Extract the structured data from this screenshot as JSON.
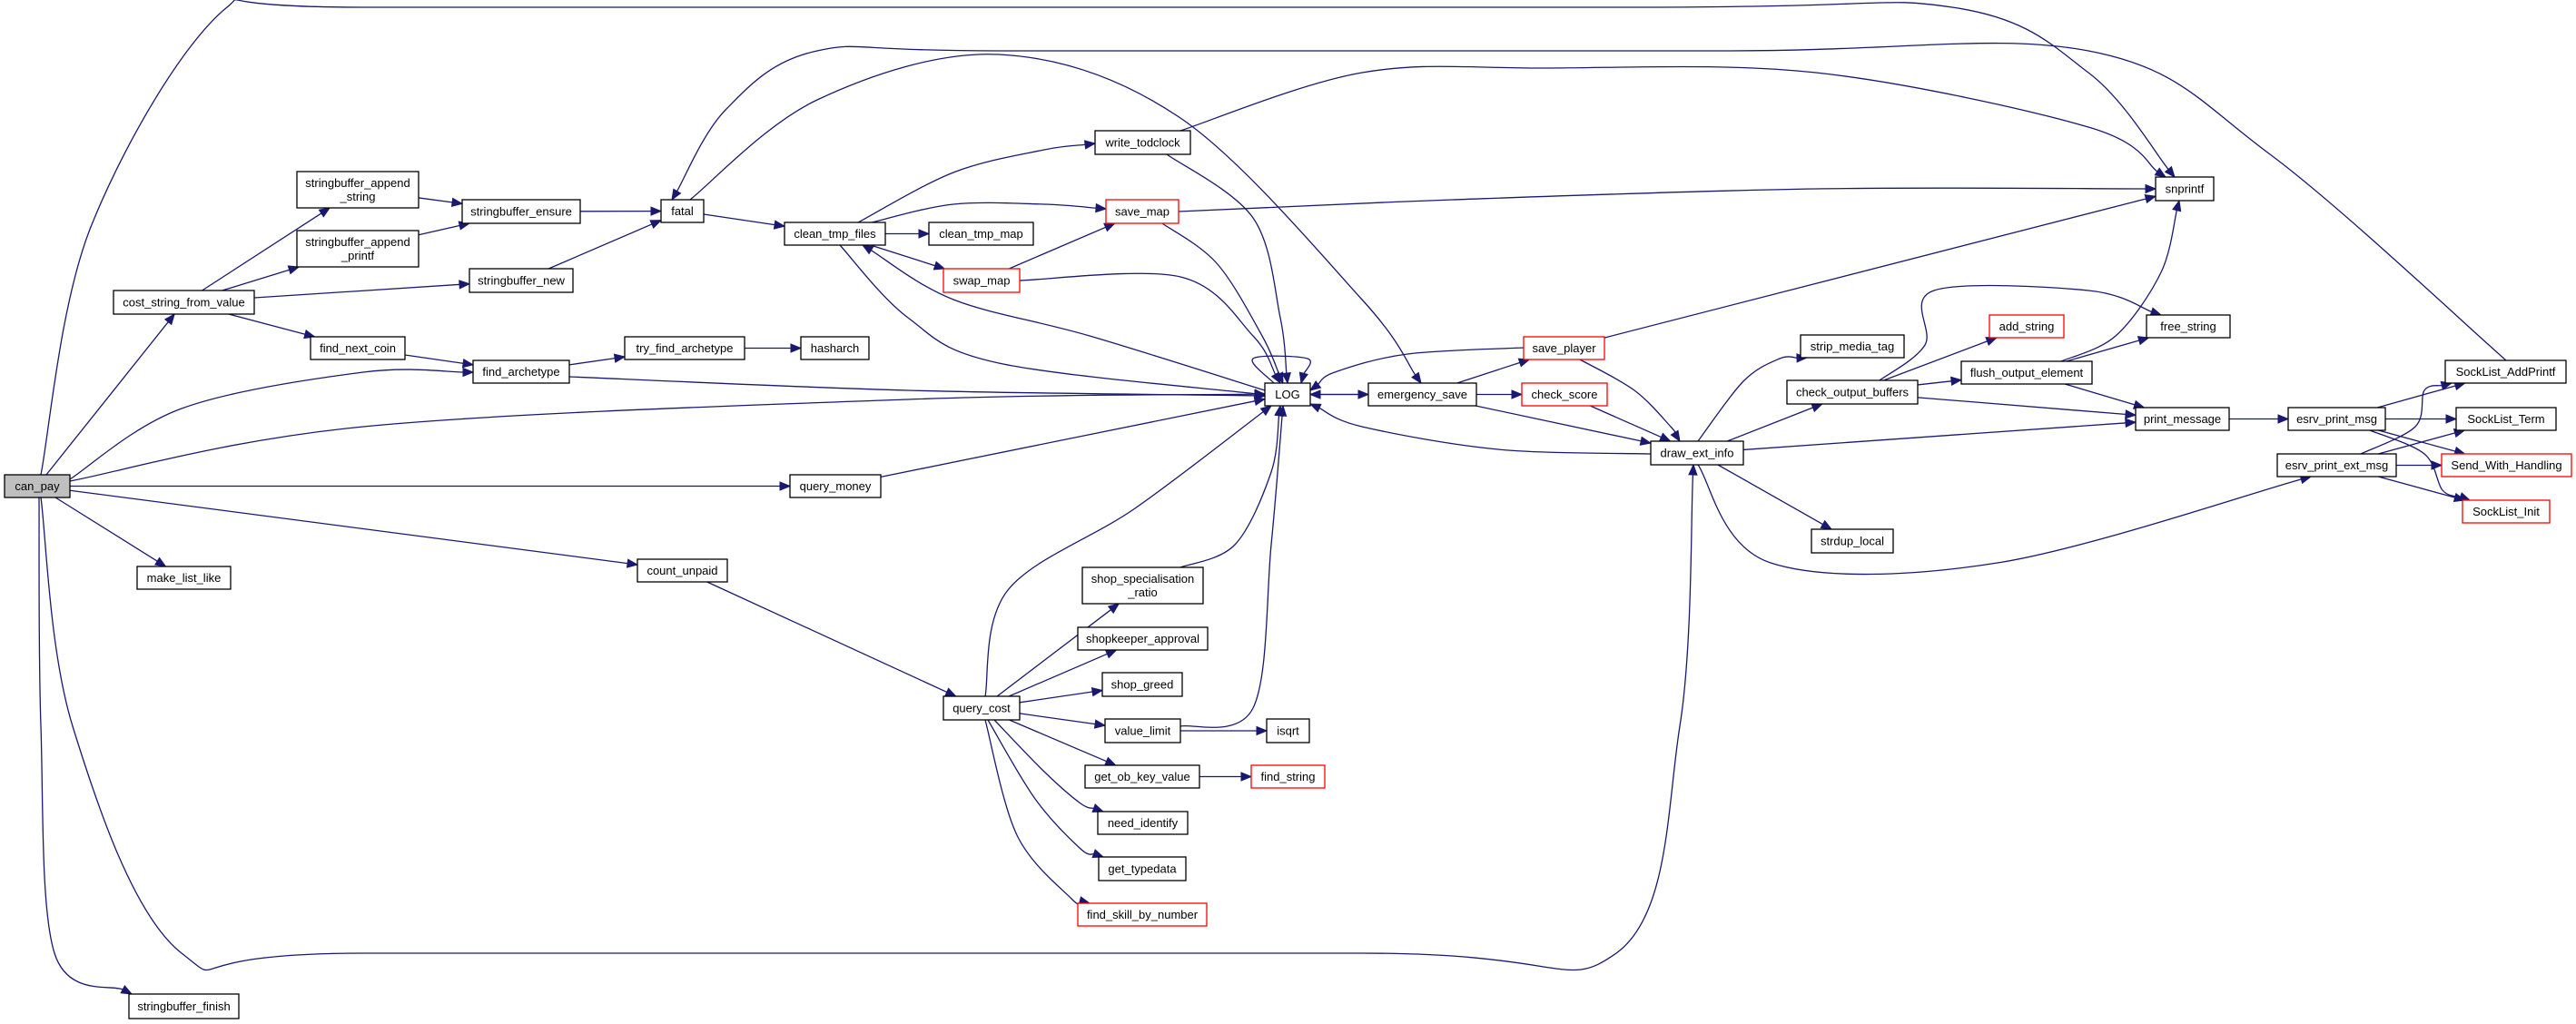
{
  "title": "can_pay call graph",
  "colors": {
    "edge": "#191970",
    "node_border": "#000000",
    "truncated_border": "#ff0000",
    "root_fill": "#bfbfbf"
  },
  "nodes": [
    {
      "id": "can_pay",
      "lines": [
        "can_pay"
      ],
      "style": "root"
    },
    {
      "id": "cost_string_from_value",
      "lines": [
        "cost_string_from_value"
      ],
      "style": "normal"
    },
    {
      "id": "stringbuffer_append_string",
      "lines": [
        "stringbuffer_append",
        "_string"
      ],
      "style": "normal"
    },
    {
      "id": "stringbuffer_append_printf",
      "lines": [
        "stringbuffer_append",
        "_printf"
      ],
      "style": "normal"
    },
    {
      "id": "stringbuffer_ensure",
      "lines": [
        "stringbuffer_ensure"
      ],
      "style": "normal"
    },
    {
      "id": "stringbuffer_new",
      "lines": [
        "stringbuffer_new"
      ],
      "style": "normal"
    },
    {
      "id": "fatal",
      "lines": [
        "fatal"
      ],
      "style": "normal"
    },
    {
      "id": "find_next_coin",
      "lines": [
        "find_next_coin"
      ],
      "style": "normal"
    },
    {
      "id": "find_archetype",
      "lines": [
        "find_archetype"
      ],
      "style": "normal"
    },
    {
      "id": "try_find_archetype",
      "lines": [
        "try_find_archetype"
      ],
      "style": "normal"
    },
    {
      "id": "hasharch",
      "lines": [
        "hasharch"
      ],
      "style": "normal"
    },
    {
      "id": "clean_tmp_files",
      "lines": [
        "clean_tmp_files"
      ],
      "style": "normal"
    },
    {
      "id": "clean_tmp_map",
      "lines": [
        "clean_tmp_map"
      ],
      "style": "normal"
    },
    {
      "id": "swap_map",
      "lines": [
        "swap_map"
      ],
      "style": "red"
    },
    {
      "id": "save_map",
      "lines": [
        "save_map"
      ],
      "style": "red"
    },
    {
      "id": "write_todclock",
      "lines": [
        "write_todclock"
      ],
      "style": "normal"
    },
    {
      "id": "LOG",
      "lines": [
        "LOG"
      ],
      "style": "normal"
    },
    {
      "id": "emergency_save",
      "lines": [
        "emergency_save"
      ],
      "style": "normal"
    },
    {
      "id": "save_player",
      "lines": [
        "save_player"
      ],
      "style": "red"
    },
    {
      "id": "check_score",
      "lines": [
        "check_score"
      ],
      "style": "red"
    },
    {
      "id": "draw_ext_info",
      "lines": [
        "draw_ext_info"
      ],
      "style": "normal"
    },
    {
      "id": "strip_media_tag",
      "lines": [
        "strip_media_tag"
      ],
      "style": "normal"
    },
    {
      "id": "check_output_buffers",
      "lines": [
        "check_output_buffers"
      ],
      "style": "normal"
    },
    {
      "id": "add_string",
      "lines": [
        "add_string"
      ],
      "style": "red"
    },
    {
      "id": "flush_output_element",
      "lines": [
        "flush_output_element"
      ],
      "style": "normal"
    },
    {
      "id": "free_string",
      "lines": [
        "free_string"
      ],
      "style": "normal"
    },
    {
      "id": "strdup_local",
      "lines": [
        "strdup_local"
      ],
      "style": "normal"
    },
    {
      "id": "snprintf",
      "lines": [
        "snprintf"
      ],
      "style": "normal"
    },
    {
      "id": "print_message",
      "lines": [
        "print_message"
      ],
      "style": "normal"
    },
    {
      "id": "esrv_print_msg",
      "lines": [
        "esrv_print_msg"
      ],
      "style": "normal"
    },
    {
      "id": "esrv_print_ext_msg",
      "lines": [
        "esrv_print_ext_msg"
      ],
      "style": "normal"
    },
    {
      "id": "SockList_AddPrintf",
      "lines": [
        "SockList_AddPrintf"
      ],
      "style": "normal"
    },
    {
      "id": "SockList_Term",
      "lines": [
        "SockList_Term"
      ],
      "style": "normal"
    },
    {
      "id": "Send_With_Handling",
      "lines": [
        "Send_With_Handling"
      ],
      "style": "red"
    },
    {
      "id": "SockList_Init",
      "lines": [
        "SockList_Init"
      ],
      "style": "red"
    },
    {
      "id": "query_money",
      "lines": [
        "query_money"
      ],
      "style": "normal"
    },
    {
      "id": "make_list_like",
      "lines": [
        "make_list_like"
      ],
      "style": "normal"
    },
    {
      "id": "count_unpaid",
      "lines": [
        "count_unpaid"
      ],
      "style": "normal"
    },
    {
      "id": "query_cost",
      "lines": [
        "query_cost"
      ],
      "style": "normal"
    },
    {
      "id": "shop_specialisation_ratio",
      "lines": [
        "shop_specialisation",
        "_ratio"
      ],
      "style": "normal"
    },
    {
      "id": "shopkeeper_approval",
      "lines": [
        "shopkeeper_approval"
      ],
      "style": "normal"
    },
    {
      "id": "shop_greed",
      "lines": [
        "shop_greed"
      ],
      "style": "normal"
    },
    {
      "id": "value_limit",
      "lines": [
        "value_limit"
      ],
      "style": "normal"
    },
    {
      "id": "isqrt",
      "lines": [
        "isqrt"
      ],
      "style": "normal"
    },
    {
      "id": "get_ob_key_value",
      "lines": [
        "get_ob_key_value"
      ],
      "style": "normal"
    },
    {
      "id": "find_string",
      "lines": [
        "find_string"
      ],
      "style": "red"
    },
    {
      "id": "need_identify",
      "lines": [
        "need_identify"
      ],
      "style": "normal"
    },
    {
      "id": "get_typedata",
      "lines": [
        "get_typedata"
      ],
      "style": "normal"
    },
    {
      "id": "find_skill_by_number",
      "lines": [
        "find_skill_by_number"
      ],
      "style": "red"
    },
    {
      "id": "stringbuffer_finish",
      "lines": [
        "stringbuffer_finish"
      ],
      "style": "normal"
    }
  ],
  "edges": [
    [
      "can_pay",
      "cost_string_from_value"
    ],
    [
      "can_pay",
      "snprintf"
    ],
    [
      "can_pay",
      "find_archetype"
    ],
    [
      "can_pay",
      "LOG"
    ],
    [
      "can_pay",
      "query_money"
    ],
    [
      "can_pay",
      "make_list_like"
    ],
    [
      "can_pay",
      "count_unpaid"
    ],
    [
      "can_pay",
      "draw_ext_info"
    ],
    [
      "can_pay",
      "stringbuffer_finish"
    ],
    [
      "cost_string_from_value",
      "stringbuffer_append_string"
    ],
    [
      "cost_string_from_value",
      "stringbuffer_append_printf"
    ],
    [
      "cost_string_from_value",
      "stringbuffer_new"
    ],
    [
      "cost_string_from_value",
      "find_next_coin"
    ],
    [
      "stringbuffer_append_string",
      "stringbuffer_ensure"
    ],
    [
      "stringbuffer_append_printf",
      "stringbuffer_ensure"
    ],
    [
      "stringbuffer_ensure",
      "fatal"
    ],
    [
      "stringbuffer_new",
      "fatal"
    ],
    [
      "fatal",
      "clean_tmp_files"
    ],
    [
      "fatal",
      "emergency_save"
    ],
    [
      "find_next_coin",
      "find_archetype"
    ],
    [
      "find_archetype",
      "try_find_archetype"
    ],
    [
      "find_archetype",
      "LOG"
    ],
    [
      "try_find_archetype",
      "hasharch"
    ],
    [
      "clean_tmp_files",
      "write_todclock"
    ],
    [
      "clean_tmp_files",
      "save_map"
    ],
    [
      "clean_tmp_files",
      "clean_tmp_map"
    ],
    [
      "clean_tmp_files",
      "swap_map"
    ],
    [
      "clean_tmp_files",
      "LOG"
    ],
    [
      "swap_map",
      "save_map"
    ],
    [
      "swap_map",
      "LOG"
    ],
    [
      "save_map",
      "LOG"
    ],
    [
      "save_map",
      "snprintf"
    ],
    [
      "write_todclock",
      "LOG"
    ],
    [
      "write_todclock",
      "snprintf"
    ],
    [
      "LOG",
      "LOG"
    ],
    [
      "LOG",
      "clean_tmp_files"
    ],
    [
      "LOG",
      "emergency_save"
    ],
    [
      "emergency_save",
      "LOG"
    ],
    [
      "emergency_save",
      "save_player"
    ],
    [
      "emergency_save",
      "check_score"
    ],
    [
      "emergency_save",
      "draw_ext_info"
    ],
    [
      "save_player",
      "LOG"
    ],
    [
      "save_player",
      "snprintf"
    ],
    [
      "save_player",
      "draw_ext_info"
    ],
    [
      "check_score",
      "draw_ext_info"
    ],
    [
      "draw_ext_info",
      "LOG"
    ],
    [
      "draw_ext_info",
      "strip_media_tag"
    ],
    [
      "draw_ext_info",
      "check_output_buffers"
    ],
    [
      "draw_ext_info",
      "print_message"
    ],
    [
      "draw_ext_info",
      "strdup_local"
    ],
    [
      "draw_ext_info",
      "esrv_print_ext_msg"
    ],
    [
      "check_output_buffers",
      "add_string"
    ],
    [
      "check_output_buffers",
      "free_string"
    ],
    [
      "check_output_buffers",
      "flush_output_element"
    ],
    [
      "check_output_buffers",
      "print_message"
    ],
    [
      "flush_output_element",
      "snprintf"
    ],
    [
      "flush_output_element",
      "free_string"
    ],
    [
      "flush_output_element",
      "print_message"
    ],
    [
      "print_message",
      "esrv_print_msg"
    ],
    [
      "esrv_print_msg",
      "SockList_AddPrintf"
    ],
    [
      "esrv_print_msg",
      "SockList_Term"
    ],
    [
      "esrv_print_msg",
      "Send_With_Handling"
    ],
    [
      "esrv_print_msg",
      "SockList_Init"
    ],
    [
      "esrv_print_ext_msg",
      "SockList_AddPrintf"
    ],
    [
      "esrv_print_ext_msg",
      "SockList_Term"
    ],
    [
      "esrv_print_ext_msg",
      "Send_With_Handling"
    ],
    [
      "esrv_print_ext_msg",
      "SockList_Init"
    ],
    [
      "SockList_AddPrintf",
      "fatal"
    ],
    [
      "query_money",
      "LOG"
    ],
    [
      "count_unpaid",
      "query_cost"
    ],
    [
      "query_cost",
      "LOG"
    ],
    [
      "query_cost",
      "shop_specialisation_ratio"
    ],
    [
      "query_cost",
      "shopkeeper_approval"
    ],
    [
      "query_cost",
      "shop_greed"
    ],
    [
      "query_cost",
      "value_limit"
    ],
    [
      "query_cost",
      "get_ob_key_value"
    ],
    [
      "query_cost",
      "need_identify"
    ],
    [
      "query_cost",
      "get_typedata"
    ],
    [
      "query_cost",
      "find_skill_by_number"
    ],
    [
      "shop_specialisation_ratio",
      "LOG"
    ],
    [
      "value_limit",
      "isqrt"
    ],
    [
      "value_limit",
      "LOG"
    ],
    [
      "get_ob_key_value",
      "find_string"
    ]
  ]
}
